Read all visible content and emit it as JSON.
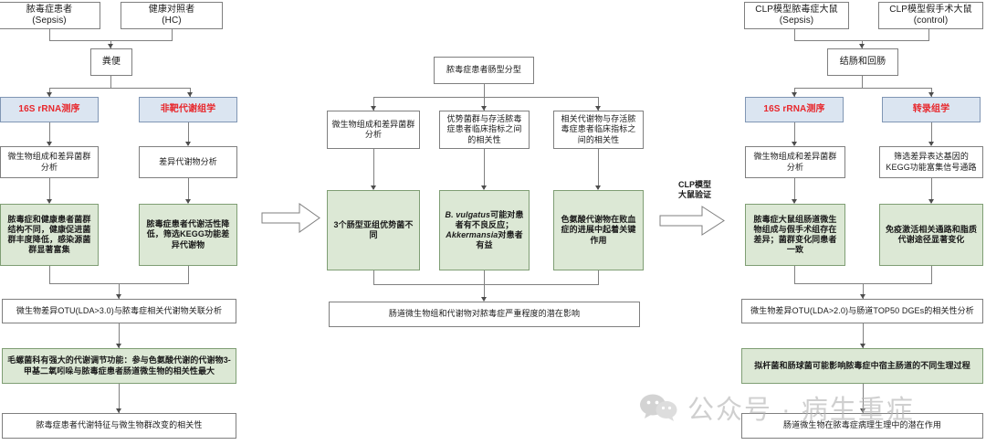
{
  "diagram": {
    "title_hidden": "",
    "colors": {
      "plain_fill": "#ffffff",
      "plain_border": "#7f7f7f",
      "green_fill": "#dce8d5",
      "green_border": "#7f9e74",
      "blue_fill": "#dbe5f1",
      "blue_border": "#8096b4",
      "blue_text": "#e8272c",
      "line": "#808080",
      "watermark": "#b3b3b3"
    }
  },
  "left_panel": {
    "sepsis_patients": "脓毒症患者\n(Sepsis)",
    "sepsis_patients_l1": "脓毒症患者",
    "sepsis_patients_l2": "(Sepsis)",
    "healthy_controls_l1": "健康对照者",
    "healthy_controls_l2": "(HC)",
    "feces": "粪便",
    "method_16s": "16S rRNA测序",
    "method_metabolomics": "非靶代谢组学",
    "analysis_micro": "微生物组成和差异菌群分析",
    "analysis_metab": "差异代谢物分析",
    "result_micro": "脓毒症和健康患者菌群结构不同，健康促进菌群丰度降低，感染源菌群显著富集",
    "result_metab": "脓毒症患者代谢活性降低，筛选KEGG功能差异代谢物",
    "correlation_analysis": "微生物差异OTU(LDA>3.0)与脓毒症相关代谢物关联分析",
    "correlation_result": "毛螺菌科有强大的代谢调节功能：参与色氨酸代谢的代谢物3-甲基二氧吲哚与脓毒症患者肠道微生物的相关性最大",
    "conclusion": "脓毒症患者代谢特征与微生物群改变的相关性"
  },
  "middle_panel": {
    "enterotype": "脓毒症患者肠型分型",
    "branch_1": "微生物组成和差异菌群分析",
    "branch_2": "优势菌群与存活脓毒症患者临床指标之间的相关性",
    "branch_3": "相关代谢物与存活脓毒症患者临床指标之间的相关性",
    "result_1": "3个肠型亚组优势菌不同",
    "result_2_pre": "",
    "result_2_italic1": "B. vulgatus",
    "result_2_mid": "可能对患者有不良反应；",
    "result_2_italic2": "Akkermansia",
    "result_2_post": "对患者有益",
    "result_3": "色氨酸代谢物在败血症的进展中起着关键作用",
    "conclusion": "肠道微生物组和代谢物对脓毒症严重程度的潜在影响"
  },
  "right_panel": {
    "clp_sepsis_l1": "CLP模型脓毒症大鼠",
    "clp_sepsis_l2": "(Sepsis)",
    "clp_sham_l1": "CLP模型假手术大鼠",
    "clp_sham_l2": "(control)",
    "tissue": "结肠和回肠",
    "method_16s": "16S rRNA测序",
    "method_transcriptomics": "转录组学",
    "analysis_micro": "微生物组成和差异菌群分析",
    "analysis_kegg": "筛选差异表达基因的KEGG功能富集信号通路",
    "result_micro": "脓毒症大鼠组肠道微生物组成与假手术组存在差异；菌群变化同患者一致",
    "result_kegg": "免疫激活相关通路和脂质代谢途径显著变化",
    "correlation_analysis": "微生物差异OTU(LDA>2.0)与肠道TOP50 DGEs的相关性分析",
    "correlation_result": "拟杆菌和肠球菌可能影响脓毒症中宿主肠道的不同生理过程",
    "conclusion": "肠道微生物在脓毒症病理生理中的潜在作用"
  },
  "connectors": {
    "arrow_left_label": "",
    "arrow_right_label_l1": "CLP模型",
    "arrow_right_label_l2": "大鼠验证"
  },
  "watermark": {
    "text": "公众号 · 病生重症",
    "icon": "wechat-icon"
  }
}
